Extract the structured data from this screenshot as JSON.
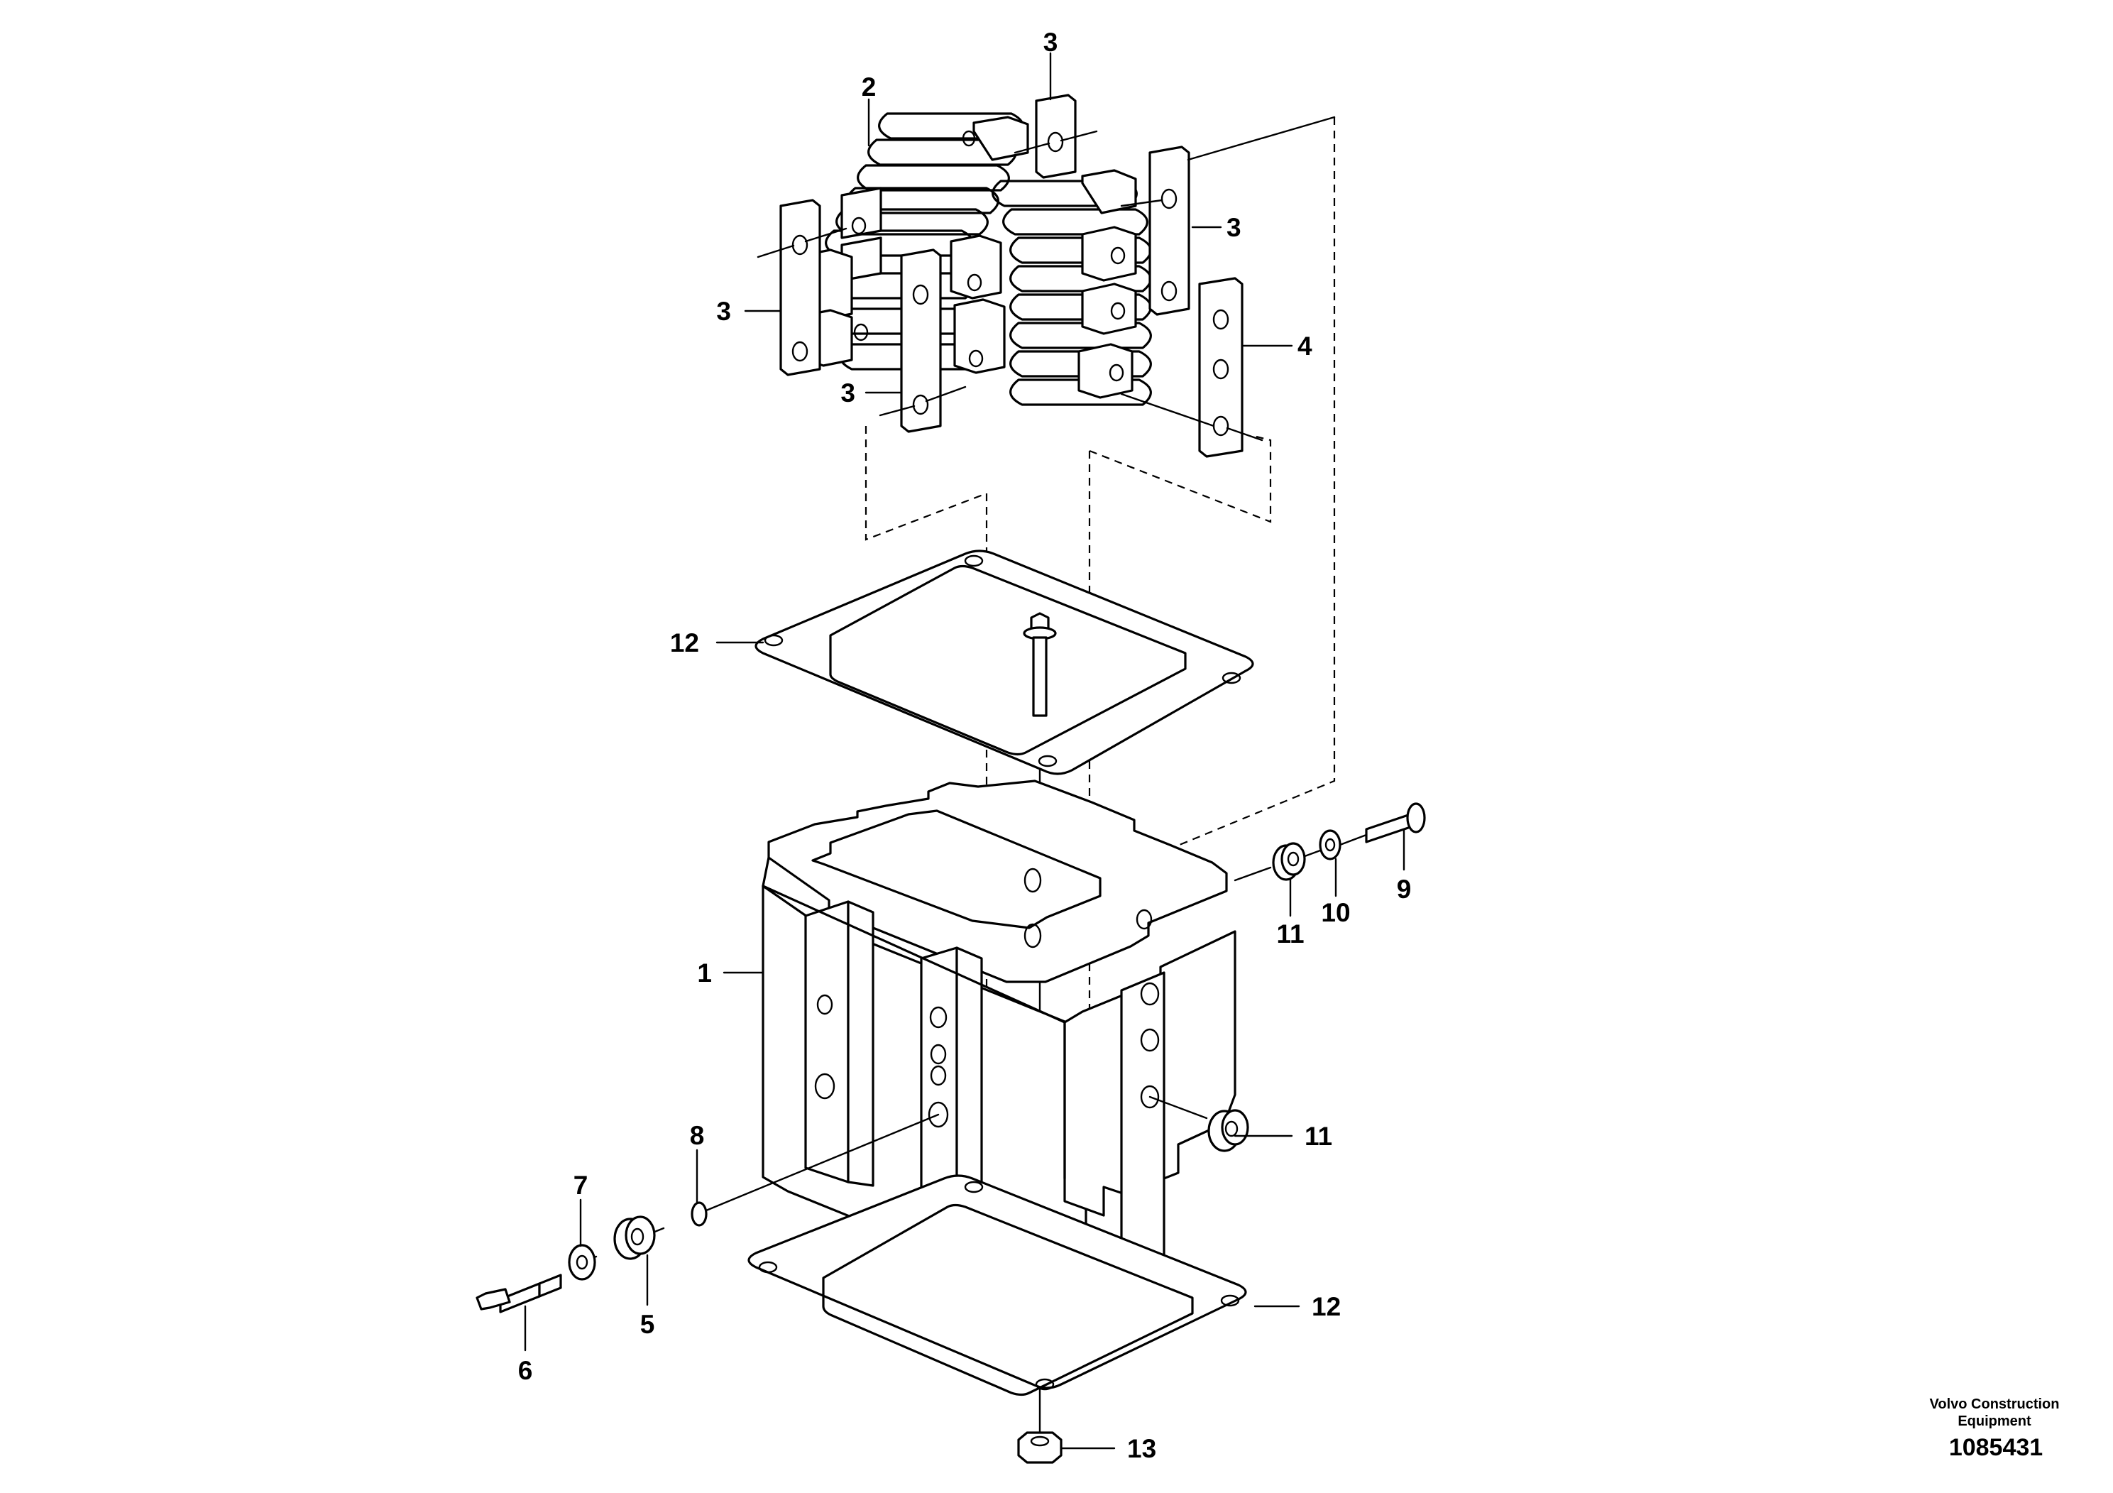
{
  "callouts": {
    "c1": "1",
    "c2": "2",
    "c3a": "3",
    "c3b": "3",
    "c3c": "3",
    "c3d": "3",
    "c4": "4",
    "c5": "5",
    "c6": "6",
    "c7": "7",
    "c8": "8",
    "c9": "9",
    "c10": "10",
    "c11a": "11",
    "c11b": "11",
    "c12a": "12",
    "c12b": "12",
    "c13": "13"
  },
  "footer": {
    "brand_line1": "Volvo Construction",
    "brand_line2": "Equipment",
    "drawing_number": "1085431"
  }
}
